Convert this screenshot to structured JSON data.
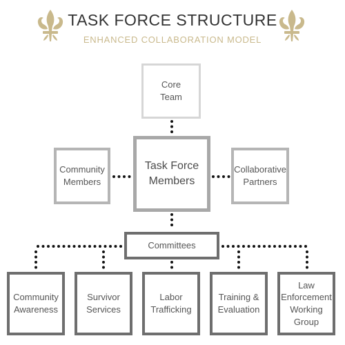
{
  "header": {
    "title": "TASK FORCE STRUCTURE",
    "subtitle": "ENHANCED COLLABORATION MODEL",
    "accent_color": "#c9b98c",
    "emblem_icon": "fleur-de-lis-icon"
  },
  "nodes": {
    "core_team": {
      "line1": "Core",
      "line2": "Team"
    },
    "task_force": {
      "line1": "Task Force",
      "line2": "Members"
    },
    "community_members": {
      "line1": "Community",
      "line2": "Members"
    },
    "collaborative_partners": {
      "line1": "Collaborative",
      "line2": "Partners"
    },
    "committees": {
      "label": "Committees"
    }
  },
  "committee_groups": [
    {
      "line1": "Community",
      "line2": "Awareness"
    },
    {
      "line1": "Survivor",
      "line2": "Services"
    },
    {
      "line1": "Labor",
      "line2": "Trafficking"
    },
    {
      "line1": "Training &",
      "line2": "Evaluation"
    },
    {
      "line1": "Law",
      "line2": "Enforcement",
      "line3": "Working",
      "line4": "Group"
    }
  ]
}
